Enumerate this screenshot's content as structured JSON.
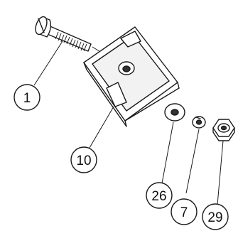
{
  "callouts": [
    {
      "id": "screw",
      "label": "1"
    },
    {
      "id": "clip-nut",
      "label": "10"
    },
    {
      "id": "flat-washer",
      "label": "26"
    },
    {
      "id": "lock-washer",
      "label": "7"
    },
    {
      "id": "hex-nut",
      "label": "29"
    }
  ]
}
